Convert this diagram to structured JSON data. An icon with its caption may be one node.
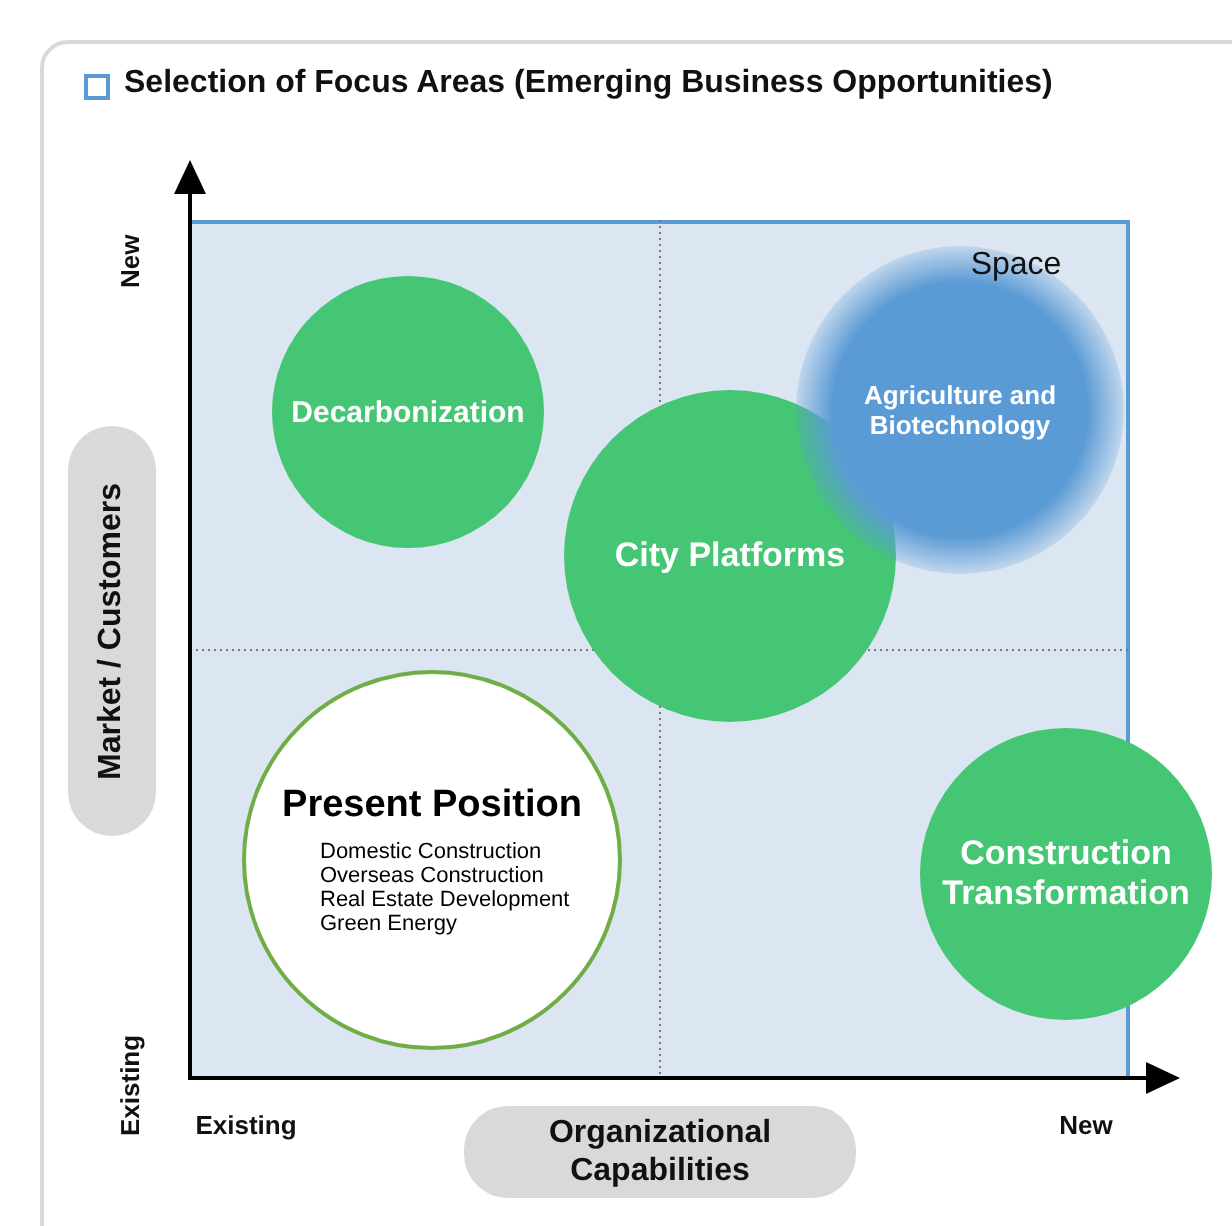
{
  "diagram": {
    "title": "Selection of Focus Areas (Emerging Business Opportunities)",
    "nodes": [
      {
        "text": [
          "Decarbonization"
        ]
      },
      {
        "text": [
          "City Platforms"
        ]
      },
      {
        "text": [
          "Agriculture and Biotechnology"
        ]
      },
      {
        "text": [
          "Present Position",
          "Domestic Construction",
          "Overseas Construction",
          "Real Estate Development",
          "Green Energy"
        ]
      },
      {
        "text": [
          "Construction Transformation"
        ]
      }
    ],
    "labels": [
      "New",
      "Market / Customers",
      "Existing",
      "Space",
      "Existing",
      "Organizational Capabilities",
      "New"
    ]
  }
}
